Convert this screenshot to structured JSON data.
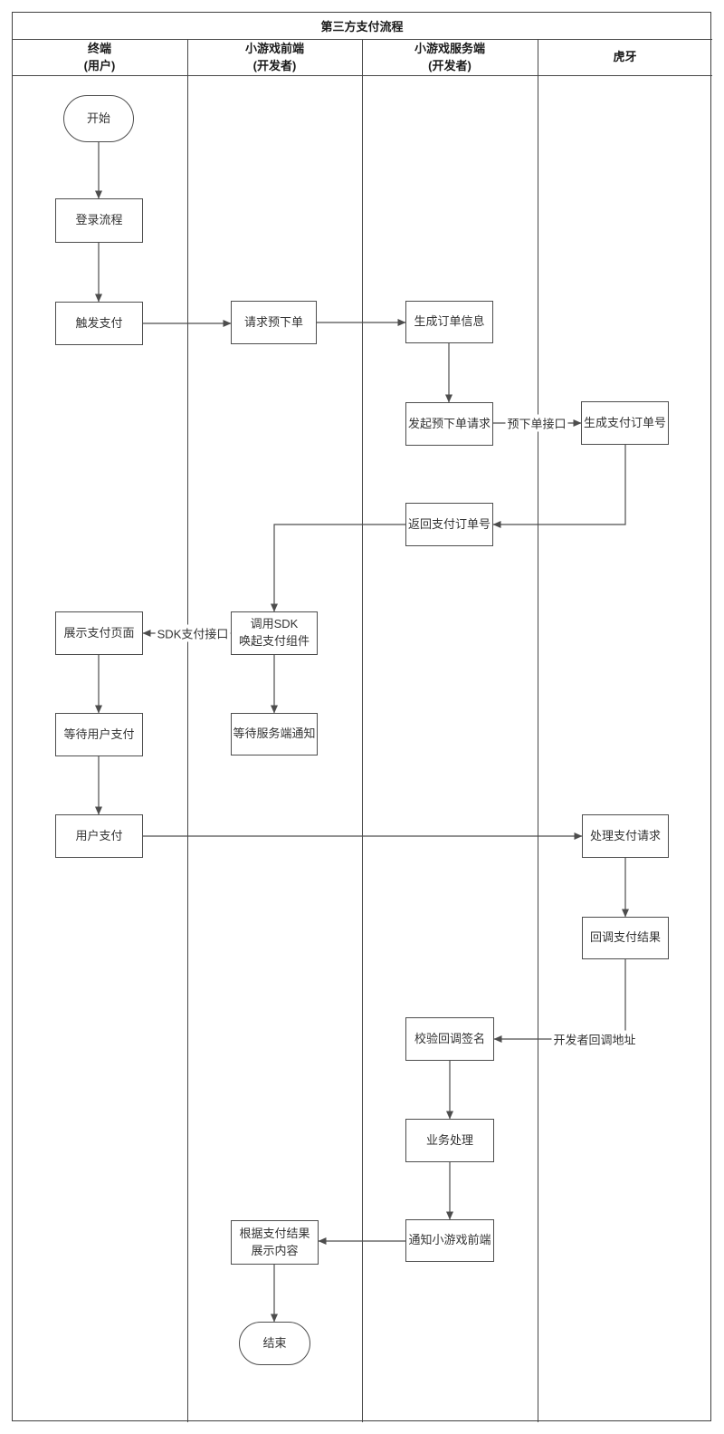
{
  "diagram": {
    "type": "swimlane-flowchart",
    "title": "第三方支付流程",
    "colors": {
      "line": "#4d4d4d",
      "frame": "#404040",
      "text": "#333333",
      "background": "#ffffff"
    },
    "lanes": [
      {
        "id": "terminal-user",
        "label": "终端\n(用户)"
      },
      {
        "id": "minigame-frontend",
        "label": "小游戏前端\n(开发者)"
      },
      {
        "id": "minigame-server",
        "label": "小游戏服务端\n(开发者)"
      },
      {
        "id": "huya",
        "label": "虎牙"
      }
    ],
    "nodes": [
      {
        "id": "start",
        "shape": "stadium",
        "lane": "terminal-user",
        "label": "开始"
      },
      {
        "id": "login-flow",
        "shape": "rect",
        "lane": "terminal-user",
        "label": "登录流程"
      },
      {
        "id": "trigger-payment",
        "shape": "rect",
        "lane": "terminal-user",
        "label": "触发支付"
      },
      {
        "id": "request-preorder",
        "shape": "rect",
        "lane": "minigame-frontend",
        "label": "请求预下单"
      },
      {
        "id": "generate-order-info",
        "shape": "rect",
        "lane": "minigame-server",
        "label": "生成订单信息"
      },
      {
        "id": "initiate-preorder-request",
        "shape": "rect",
        "lane": "minigame-server",
        "label": "发起预下单请求"
      },
      {
        "id": "generate-payment-order-no",
        "shape": "rect",
        "lane": "huya",
        "label": "生成支付订单号"
      },
      {
        "id": "return-payment-order-no",
        "shape": "rect",
        "lane": "minigame-server",
        "label": "返回支付订单号"
      },
      {
        "id": "call-sdk-invoke-payment",
        "shape": "rect",
        "lane": "minigame-frontend",
        "label": "调用SDK\n唤起支付组件"
      },
      {
        "id": "show-payment-page",
        "shape": "rect",
        "lane": "terminal-user",
        "label": "展示支付页面"
      },
      {
        "id": "wait-user-payment",
        "shape": "rect",
        "lane": "terminal-user",
        "label": "等待用户支付"
      },
      {
        "id": "wait-server-notify",
        "shape": "rect",
        "lane": "minigame-frontend",
        "label": "等待服务端通知"
      },
      {
        "id": "user-pay",
        "shape": "rect",
        "lane": "terminal-user",
        "label": "用户支付"
      },
      {
        "id": "handle-payment-request",
        "shape": "rect",
        "lane": "huya",
        "label": "处理支付请求"
      },
      {
        "id": "callback-payment-result",
        "shape": "rect",
        "lane": "huya",
        "label": "回调支付结果"
      },
      {
        "id": "verify-callback-signature",
        "shape": "rect",
        "lane": "minigame-server",
        "label": "校验回调签名"
      },
      {
        "id": "business-processing",
        "shape": "rect",
        "lane": "minigame-server",
        "label": "业务处理"
      },
      {
        "id": "notify-minigame-frontend",
        "shape": "rect",
        "lane": "minigame-server",
        "label": "通知小游戏前端"
      },
      {
        "id": "show-result-content",
        "shape": "rect",
        "lane": "minigame-frontend",
        "label": "根据支付结果\n展示内容"
      },
      {
        "id": "end",
        "shape": "stadium",
        "lane": "minigame-frontend",
        "label": "结束"
      }
    ],
    "edges": [
      {
        "from": "start",
        "to": "login-flow",
        "label": ""
      },
      {
        "from": "login-flow",
        "to": "trigger-payment",
        "label": ""
      },
      {
        "from": "trigger-payment",
        "to": "request-preorder",
        "label": ""
      },
      {
        "from": "request-preorder",
        "to": "generate-order-info",
        "label": ""
      },
      {
        "from": "generate-order-info",
        "to": "initiate-preorder-request",
        "label": ""
      },
      {
        "from": "initiate-preorder-request",
        "to": "generate-payment-order-no",
        "label": "预下单接口"
      },
      {
        "from": "generate-payment-order-no",
        "to": "return-payment-order-no",
        "label": ""
      },
      {
        "from": "return-payment-order-no",
        "to": "call-sdk-invoke-payment",
        "label": ""
      },
      {
        "from": "call-sdk-invoke-payment",
        "to": "show-payment-page",
        "label": "SDK支付接口"
      },
      {
        "from": "call-sdk-invoke-payment",
        "to": "wait-server-notify",
        "label": ""
      },
      {
        "from": "show-payment-page",
        "to": "wait-user-payment",
        "label": ""
      },
      {
        "from": "wait-user-payment",
        "to": "user-pay",
        "label": ""
      },
      {
        "from": "user-pay",
        "to": "handle-payment-request",
        "label": ""
      },
      {
        "from": "handle-payment-request",
        "to": "callback-payment-result",
        "label": ""
      },
      {
        "from": "callback-payment-result",
        "to": "verify-callback-signature",
        "label": "开发者回调地址"
      },
      {
        "from": "verify-callback-signature",
        "to": "business-processing",
        "label": ""
      },
      {
        "from": "business-processing",
        "to": "notify-minigame-frontend",
        "label": ""
      },
      {
        "from": "notify-minigame-frontend",
        "to": "show-result-content",
        "label": ""
      },
      {
        "from": "show-result-content",
        "to": "end",
        "label": ""
      }
    ]
  }
}
